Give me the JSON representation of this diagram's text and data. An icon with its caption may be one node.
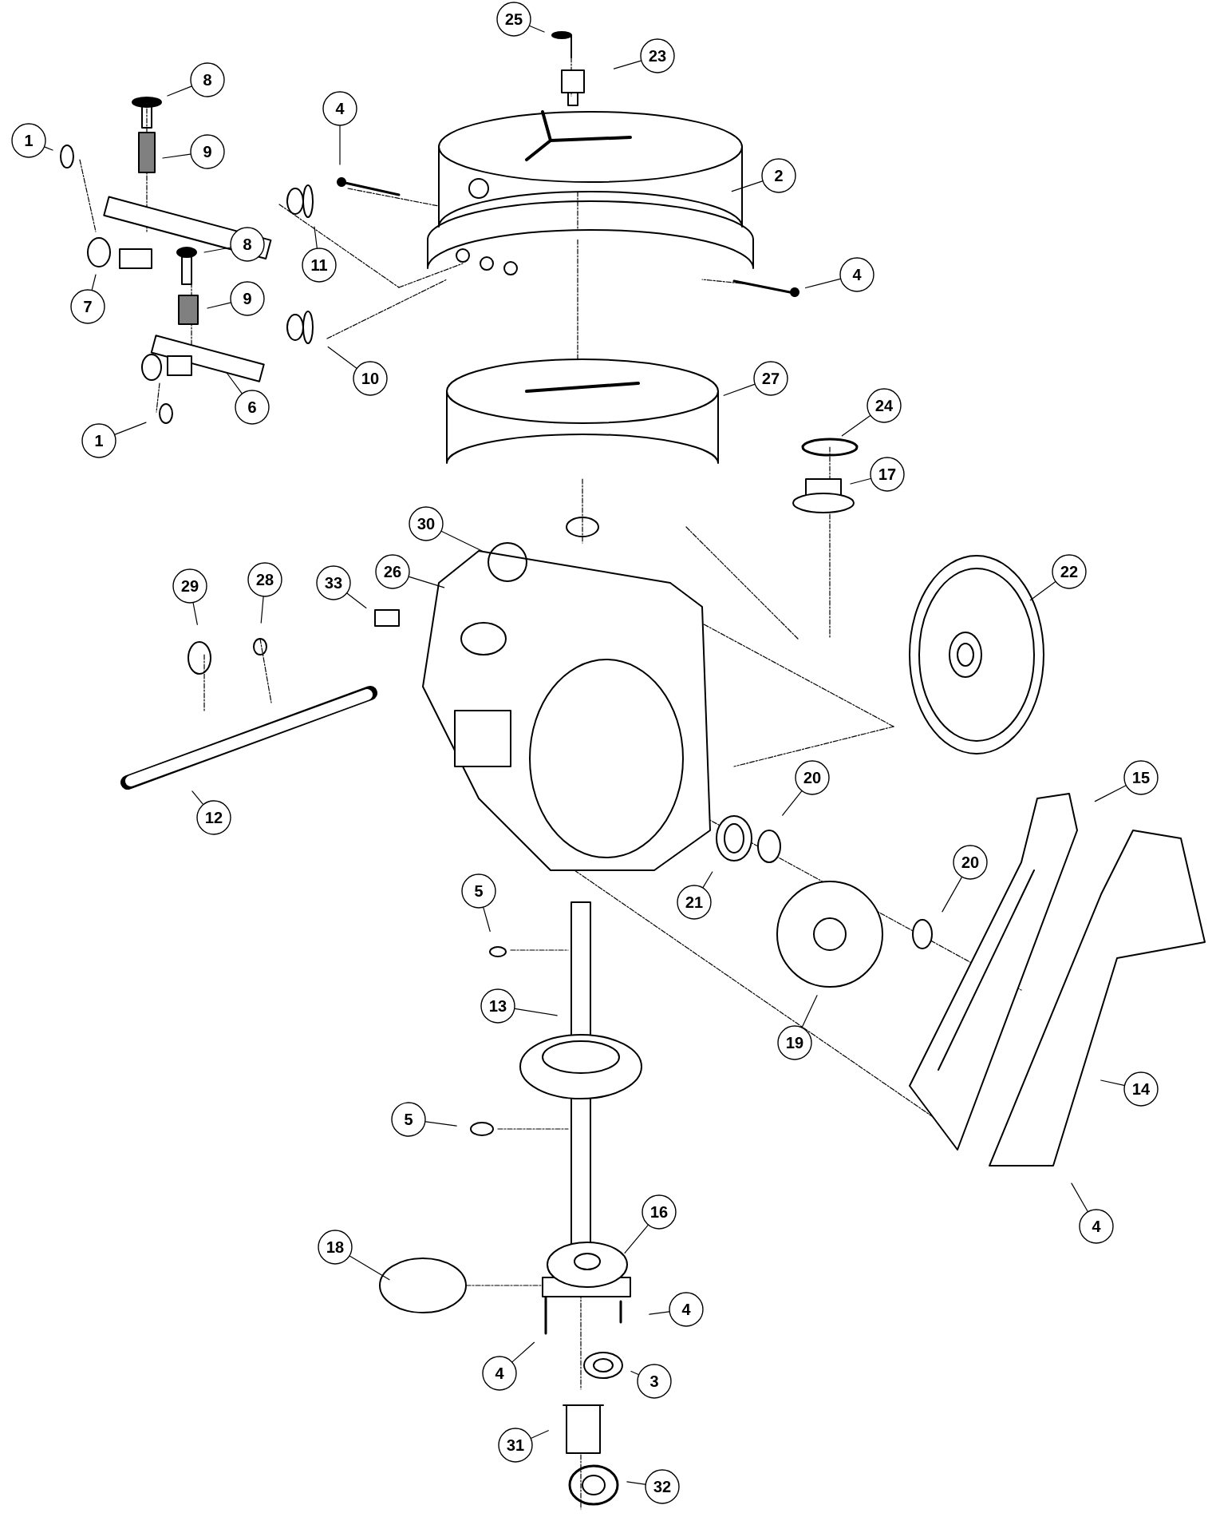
{
  "diagram": {
    "nodes": [
      {
        "text": [
          "25"
        ]
      },
      {
        "text": [
          "23"
        ]
      },
      {
        "text": [
          "8"
        ]
      },
      {
        "text": [
          "4"
        ]
      },
      {
        "text": [
          "1"
        ]
      },
      {
        "text": [
          "9"
        ]
      },
      {
        "text": [
          "2"
        ]
      },
      {
        "text": [
          "11"
        ]
      },
      {
        "text": [
          "8"
        ]
      },
      {
        "text": [
          "4"
        ]
      },
      {
        "text": [
          "9"
        ]
      },
      {
        "text": [
          "7"
        ]
      },
      {
        "text": [
          "10"
        ]
      },
      {
        "text": [
          "27"
        ]
      },
      {
        "text": [
          "24"
        ]
      },
      {
        "text": [
          "6"
        ]
      },
      {
        "text": [
          "1"
        ]
      },
      {
        "text": [
          "17"
        ]
      },
      {
        "text": [
          "30"
        ]
      },
      {
        "text": [
          "22"
        ]
      },
      {
        "text": [
          "26"
        ]
      },
      {
        "text": [
          "28"
        ]
      },
      {
        "text": [
          "33"
        ]
      },
      {
        "text": [
          "29"
        ]
      },
      {
        "text": [
          "20"
        ]
      },
      {
        "text": [
          "15"
        ]
      },
      {
        "text": [
          "12"
        ]
      },
      {
        "text": [
          "20"
        ]
      },
      {
        "text": [
          "5"
        ]
      },
      {
        "text": [
          "21"
        ]
      },
      {
        "text": [
          "13"
        ]
      },
      {
        "text": [
          "19"
        ]
      },
      {
        "text": [
          "14"
        ]
      },
      {
        "text": [
          "5"
        ]
      },
      {
        "text": [
          "16"
        ]
      },
      {
        "text": [
          "4"
        ]
      },
      {
        "text": [
          "18"
        ]
      },
      {
        "text": [
          "4"
        ]
      },
      {
        "text": [
          "4"
        ]
      },
      {
        "text": [
          "3"
        ]
      },
      {
        "text": [
          "31"
        ]
      },
      {
        "text": [
          "32"
        ]
      }
    ],
    "edges": [
      {
        "from": 0,
        "to": null,
        "arrow": "none"
      },
      {
        "from": 1,
        "to": null,
        "arrow": "none"
      },
      {
        "from": 2,
        "to": null,
        "arrow": "none"
      },
      {
        "from": 3,
        "to": null,
        "arrow": "none"
      },
      {
        "from": 4,
        "to": null,
        "arrow": "none"
      },
      {
        "from": 5,
        "to": null,
        "arrow": "none"
      },
      {
        "from": 6,
        "to": null,
        "arrow": "none"
      },
      {
        "from": 7,
        "to": null,
        "arrow": "none"
      },
      {
        "from": 8,
        "to": null,
        "arrow": "none"
      },
      {
        "from": 9,
        "to": null,
        "arrow": "none"
      },
      {
        "from": 10,
        "to": null,
        "arrow": "none"
      },
      {
        "from": 11,
        "to": null,
        "arrow": "none"
      },
      {
        "from": 12,
        "to": null,
        "arrow": "none"
      },
      {
        "from": 13,
        "to": null,
        "arrow": "none"
      },
      {
        "from": 14,
        "to": null,
        "arrow": "none"
      },
      {
        "from": 15,
        "to": null,
        "arrow": "none"
      },
      {
        "from": 16,
        "to": null,
        "arrow": "none"
      },
      {
        "from": 17,
        "to": null,
        "arrow": "none"
      },
      {
        "from": 18,
        "to": null,
        "arrow": "none"
      },
      {
        "from": 19,
        "to": null,
        "arrow": "none"
      },
      {
        "from": 20,
        "to": null,
        "arrow": "none"
      },
      {
        "from": 21,
        "to": null,
        "arrow": "none"
      },
      {
        "from": 22,
        "to": null,
        "arrow": "none"
      },
      {
        "from": 23,
        "to": null,
        "arrow": "none"
      },
      {
        "from": 24,
        "to": null,
        "arrow": "none"
      },
      {
        "from": 25,
        "to": null,
        "arrow": "none"
      },
      {
        "from": 26,
        "to": null,
        "arrow": "none"
      },
      {
        "from": 27,
        "to": null,
        "arrow": "none"
      },
      {
        "from": 28,
        "to": null,
        "arrow": "none"
      },
      {
        "from": 29,
        "to": null,
        "arrow": "none"
      },
      {
        "from": 30,
        "to": null,
        "arrow": "none"
      },
      {
        "from": 31,
        "to": null,
        "arrow": "none"
      },
      {
        "from": 32,
        "to": null,
        "arrow": "none"
      },
      {
        "from": 33,
        "to": null,
        "arrow": "none"
      },
      {
        "from": 34,
        "to": null,
        "arrow": "none"
      },
      {
        "from": 35,
        "to": null,
        "arrow": "none"
      },
      {
        "from": 36,
        "to": null,
        "arrow": "none"
      },
      {
        "from": 37,
        "to": null,
        "arrow": "none"
      },
      {
        "from": 38,
        "to": null,
        "arrow": "none"
      },
      {
        "from": 39,
        "to": null,
        "arrow": "none"
      },
      {
        "from": 40,
        "to": null,
        "arrow": "none"
      },
      {
        "from": 41,
        "to": null,
        "arrow": "none"
      }
    ]
  }
}
